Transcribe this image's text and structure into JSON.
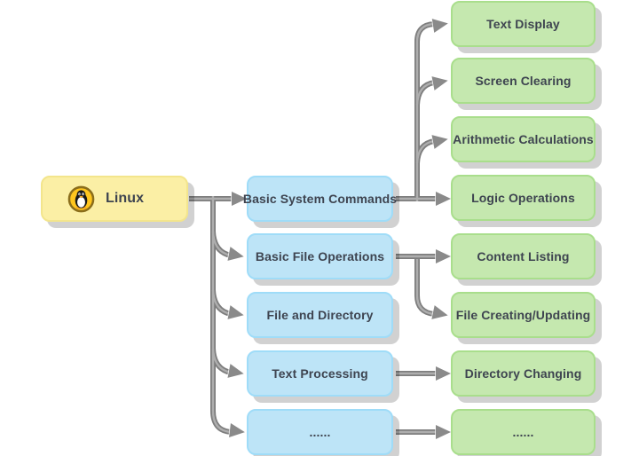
{
  "root": {
    "label": "Linux",
    "icon": "linux-penguin-icon"
  },
  "branches": [
    {
      "label": "Basic System Commands",
      "children": [
        "Text Display",
        "Screen Clearing",
        "Arithmetic Calculations",
        "Logic Operations"
      ]
    },
    {
      "label": "Basic File Operations",
      "children": [
        "Content Listing",
        "File Creating/Updating"
      ]
    },
    {
      "label": "File and Directory",
      "children": []
    },
    {
      "label": "Text Processing",
      "children": [
        "Directory Changing"
      ]
    },
    {
      "label": "......",
      "children": [
        "......"
      ]
    }
  ],
  "colors": {
    "root_fill": "#fbefa5",
    "root_border": "#f3e58c",
    "branch_fill": "#bde4f7",
    "branch_border": "#9fdcf8",
    "leaf_fill": "#c5e8af",
    "leaf_border": "#a9de8c",
    "connector": "#7e7e7e",
    "connector_core": "#aeaeae",
    "arrowhead": "#8a8a8a",
    "text": "#3e4450",
    "shadow": "rgba(0,0,0,0.18)",
    "icon_circle": "#ffc61e",
    "icon_ring": "#8a6d1b",
    "icon_accent": "#f5a623"
  }
}
